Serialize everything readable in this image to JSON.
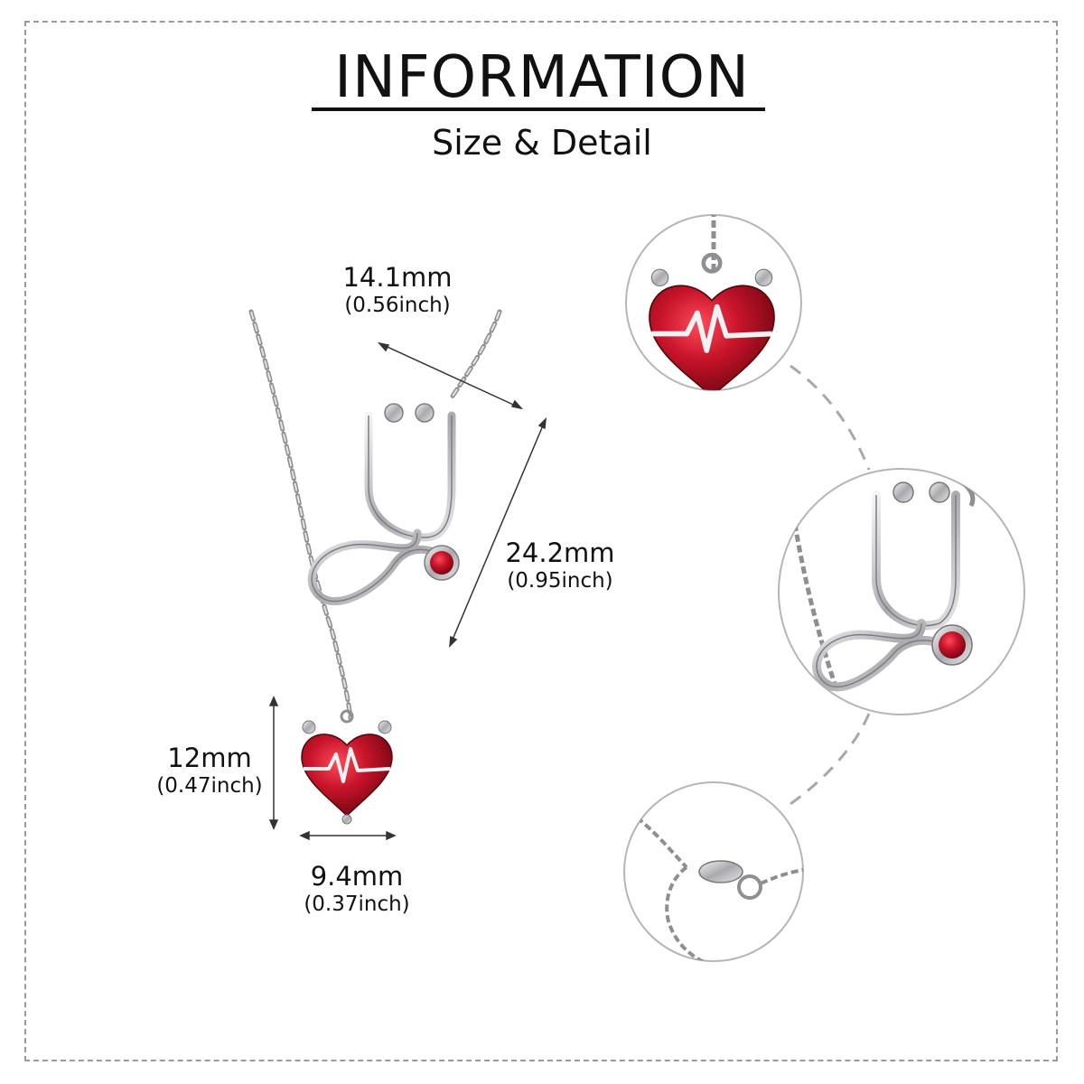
{
  "header": {
    "title": "INFORMATION",
    "subtitle": "Size & Detail"
  },
  "dimensions": {
    "chain_width": {
      "mm": "14.1mm",
      "inch": "(0.56inch)"
    },
    "pendant_length": {
      "mm": "24.2mm",
      "inch": "(0.95inch)"
    },
    "heart_height": {
      "mm": "12mm",
      "inch": "(0.47inch)"
    },
    "heart_width": {
      "mm": "9.4mm",
      "inch": "(0.37inch)"
    }
  },
  "colors": {
    "gem": "#b0101e",
    "metal": "#c8c8cc",
    "line": "#333333",
    "dash": "#a8a8a8"
  },
  "detail_views": [
    "heart-pendant-closeup",
    "stethoscope-closeup",
    "lobster-clasp-closeup"
  ]
}
